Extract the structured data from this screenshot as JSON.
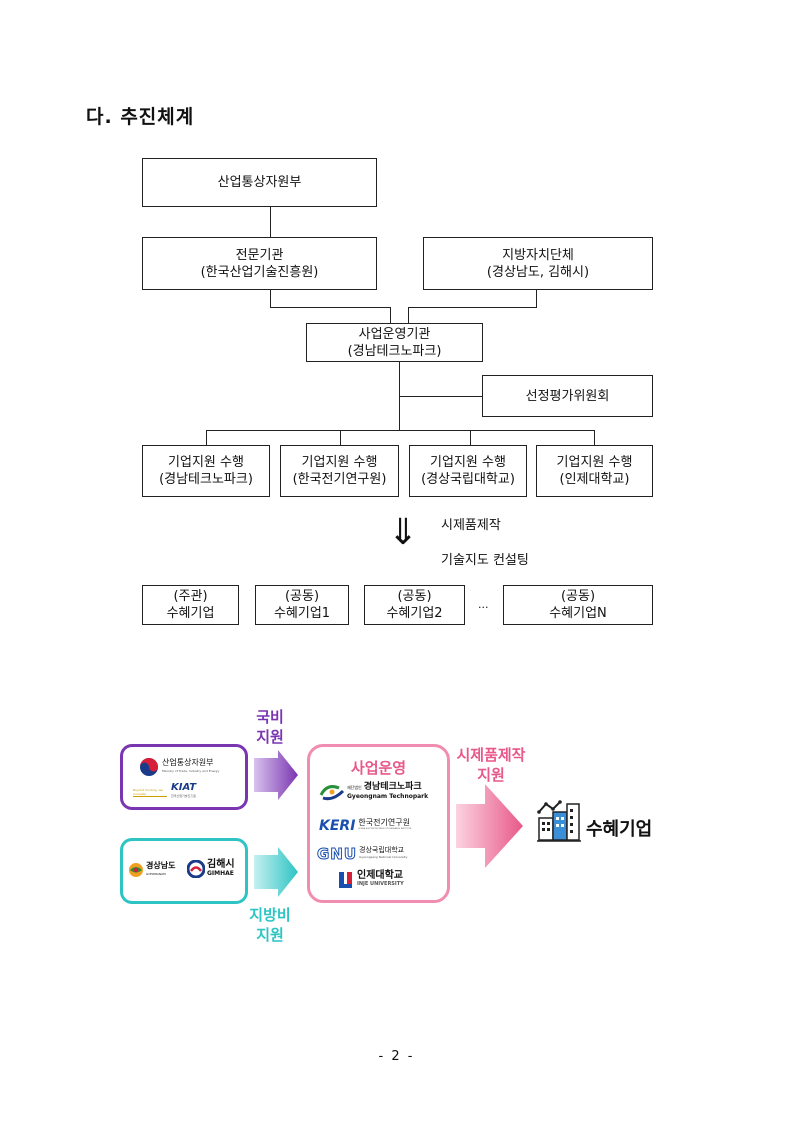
{
  "section": {
    "title": "다. 추진체계"
  },
  "org": {
    "ministry": "산업통상자원부",
    "agency": {
      "name": "전문기관",
      "sub": "(한국산업기술진흥원)"
    },
    "local_gov": {
      "name": "지방자치단체",
      "sub": "(경상남도, 김해시)"
    },
    "operator": {
      "name": "사업운영기관",
      "sub": "(경남테크노파크)"
    },
    "committee": "선정평가위원회",
    "performers": [
      {
        "name": "기업지원 수행",
        "sub": "(경남테크노파크)"
      },
      {
        "name": "기업지원 수행",
        "sub": "(한국전기연구원)"
      },
      {
        "name": "기업지원 수행",
        "sub": "(경상국립대학교)"
      },
      {
        "name": "기업지원 수행",
        "sub": "(인제대학교)"
      }
    ],
    "arrow": "⇓",
    "activities": [
      "시제품제작",
      "기술지도 컨설팅"
    ],
    "beneficiaries": [
      {
        "role": "(주관)",
        "name": "수혜기업"
      },
      {
        "role": "(공동)",
        "name": "수혜기업1"
      },
      {
        "role": "(공동)",
        "name": "수혜기업2"
      },
      {
        "role": "(공동)",
        "name": "수혜기업N"
      }
    ],
    "ellipsis": "..."
  },
  "diagram": {
    "national_label": [
      "국비",
      "지원"
    ],
    "local_label": [
      "지방비",
      "지원"
    ],
    "operation_title": "사업운영",
    "prototype_label": [
      "시제품제작",
      "지원"
    ],
    "beneficiary": "수혜기업",
    "national_card": {
      "motie_kr": "산업통상자원부",
      "motie_en": "Ministry of Trade, Industry and Energy",
      "kiat": "KIAT",
      "kiat_tag": "Beyond funding, we innovate",
      "kiat_kr": "한국산업기술진흥원"
    },
    "local_card": {
      "gn_kr": "경상남도",
      "gn_en": "GYEONGNAM",
      "gh_kr": "김해시",
      "gh_en": "GIMHAE"
    },
    "operators": {
      "gntp_small": "재단법인",
      "gntp_kr": "경남테크노파크",
      "gntp_en": "Gyeongnam Technopark",
      "keri": "KERI",
      "keri_kr": "한국전기연구원",
      "keri_en": "KOREA ELECTROTECHNOLOGY RESEARCH INSTITUTE",
      "gnu": "GNU",
      "gnu_kr": "경상국립대학교",
      "gnu_en": "Gyeongsang National University",
      "inje_kr": "인제대학교",
      "inje_en": "INJE UNIVERSITY"
    },
    "colors": {
      "purple": "#7a35b0",
      "teal": "#2ec4c4",
      "pink": "#e8588a"
    }
  },
  "page_number": "- 2 -"
}
